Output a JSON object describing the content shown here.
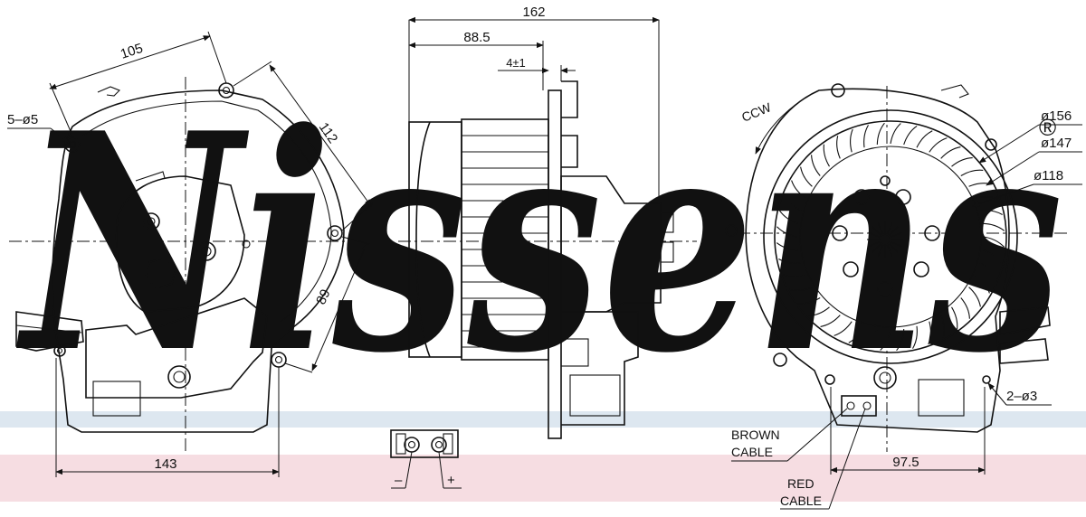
{
  "brand": {
    "watermark": "Nissens",
    "registered": "®"
  },
  "colors": {
    "watermark": "#cfdbe8",
    "band_blue": "#dde7f0",
    "band_pink": "#f6dde2",
    "ink": "#111111"
  },
  "front_view": {
    "dim_top": "105",
    "dim_right_upper": "112",
    "dim_right_lower": "89",
    "dim_bottom": "143",
    "holes_label": "5–ø5"
  },
  "side_view": {
    "dim_total": "162",
    "dim_body": "88.5",
    "dim_flange": "4±1"
  },
  "connector": {
    "minus": "–",
    "plus": "+"
  },
  "rear_view": {
    "rotation": "CCW",
    "dia_outer": "ø156",
    "dia_mid": "ø147",
    "dia_inner": "ø118",
    "holes_label": "2–ø3",
    "dim_bottom": "97.5",
    "brown_cable_1": "BROWN",
    "brown_cable_2": "CABLE",
    "red_cable_1": "RED",
    "red_cable_2": "CABLE"
  }
}
